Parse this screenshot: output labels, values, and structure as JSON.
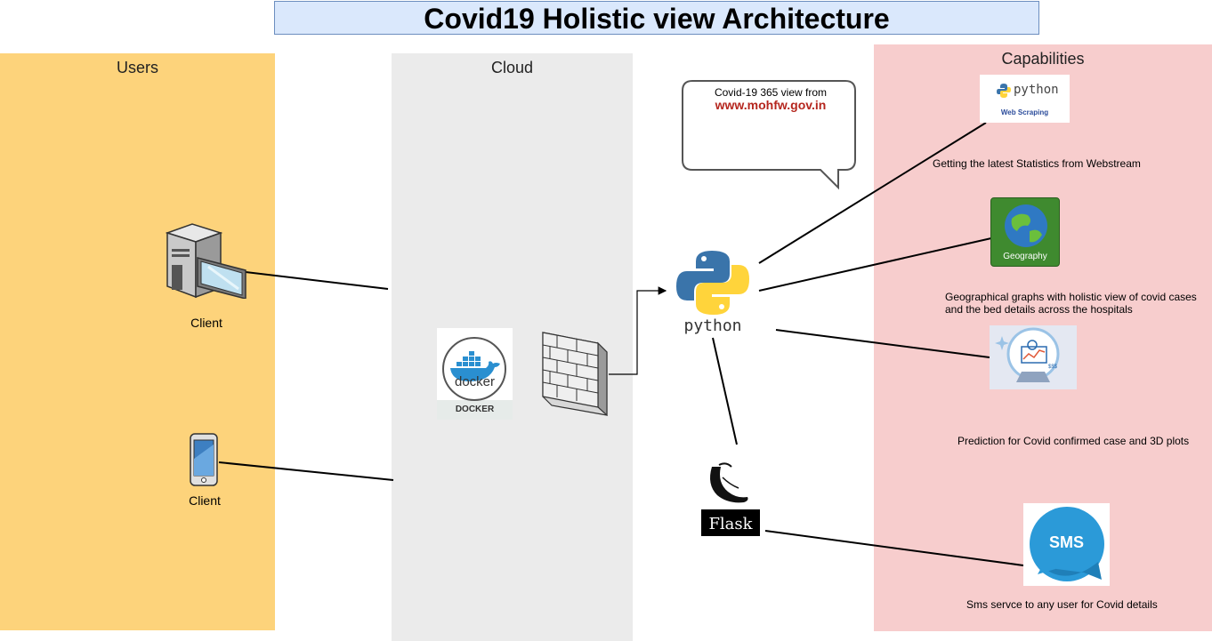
{
  "title": "Covid19 Holistic view Architecture",
  "lanes": {
    "users": "Users",
    "cloud": "Cloud",
    "capabilities": "Capabilities"
  },
  "clients": {
    "desktop_label": "Client",
    "mobile_label": "Client"
  },
  "callout": {
    "line1": "Covid-19 365 view  from",
    "line2": "www.mohfw.gov.in"
  },
  "docker": {
    "logo_text": "docker",
    "caption": "DOCKER"
  },
  "python_logo_text": "python",
  "flask_logo_text": "Flask",
  "capabilities": {
    "web_scraping_logo": "python",
    "web_scraping_sub": "Web Scraping",
    "web_scraping_caption": "Getting the latest Statistics from Webstream",
    "geography_logo": "Geography",
    "geography_caption_1": "Geographical graphs with holistic view of covid cases",
    "geography_caption_2": "and the bed details across the hospitals",
    "prediction_caption": "Prediction for Covid confirmed case and 3D plots",
    "sms_logo": "SMS",
    "sms_caption": "Sms servce to any user for Covid details"
  },
  "colors": {
    "users_lane": "#fdd37b",
    "cloud_lane": "#ebebeb",
    "capabilities_lane": "#f7cdcd",
    "title_fill": "#dae8fc",
    "url_red": "#b5261e"
  }
}
